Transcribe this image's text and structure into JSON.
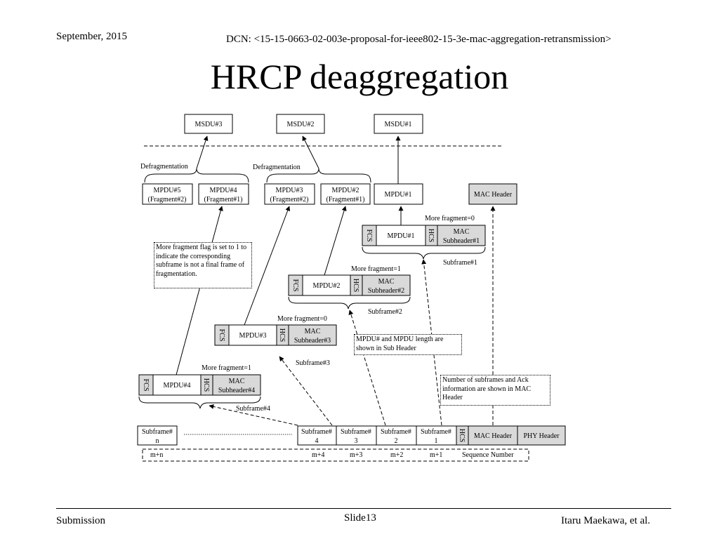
{
  "header": {
    "date": "September, 2015",
    "dcn": "DCN: <15-15-0663-02-003e-proposal-for-ieee802-15-3e-mac-aggregation-retransmission>"
  },
  "title": "HRCP deaggregation",
  "msdu": [
    "MSDU#3",
    "MSDU#2",
    "MSDU#1"
  ],
  "defrag": [
    "Defragmentation",
    "Defragmentation"
  ],
  "mpdu_row": {
    "mpdu5": [
      "MPDU#5",
      "(Fragment#2)"
    ],
    "mpdu4": [
      "MPDU#4",
      "(Fragment#1)"
    ],
    "mpdu3": [
      "MPDU#3",
      "(Fragment#2)"
    ],
    "mpdu2": [
      "MPDU#2",
      "(Fragment#1)"
    ],
    "mpdu1": "MPDU#1",
    "mac_header": "MAC Header"
  },
  "subframes": [
    {
      "fcs": "FCS",
      "mpdu": "MPDU#1",
      "hcs": "HCS",
      "sub1": "MAC",
      "sub2": "Subheader#1",
      "more": "More fragment=0",
      "label": "Subframe#1"
    },
    {
      "fcs": "FCS",
      "mpdu": "MPDU#2",
      "hcs": "HCS",
      "sub1": "MAC",
      "sub2": "Subheader#2",
      "more": "More fragment=1",
      "label": "Subframe#2"
    },
    {
      "fcs": "FCS",
      "mpdu": "MPDU#3",
      "hcs": "HCS",
      "sub1": "MAC",
      "sub2": "Subheader#3",
      "more": "More fragment=0",
      "label": "Subframe#3"
    },
    {
      "fcs": "FCS",
      "mpdu": "MPDU#4",
      "hcs": "HCS",
      "sub1": "MAC",
      "sub2": "Subheader#4",
      "more": "More fragment=1",
      "label": "Subframe#4"
    }
  ],
  "notes": {
    "more_fragment": "More fragment flag is set to 1 to indicate the corresponding subframe is not a final frame of fragmentation.",
    "sub_header": "MPDU# and MPDU length are shown in Sub Header",
    "mac_header": "Number of subframes and Ack information are shown in MAC Header"
  },
  "frame": {
    "subn": [
      "Subframe#",
      "n"
    ],
    "sub4": [
      "Subframe#",
      "4"
    ],
    "sub3": [
      "Subframe#",
      "3"
    ],
    "sub2": [
      "Subframe#",
      "2"
    ],
    "sub1": [
      "Subframe#",
      "1"
    ],
    "hcs": "HCS",
    "mac_header": "MAC Header",
    "phy_header": "PHY Header"
  },
  "sequence": {
    "mn": "m+n",
    "m4": "m+4",
    "m3": "m+3",
    "m2": "m+2",
    "m1": "m+1",
    "label": "Sequence Number"
  },
  "footer": {
    "left": "Submission",
    "center": "Slide13",
    "right": "Itaru Maekawa, et al."
  }
}
